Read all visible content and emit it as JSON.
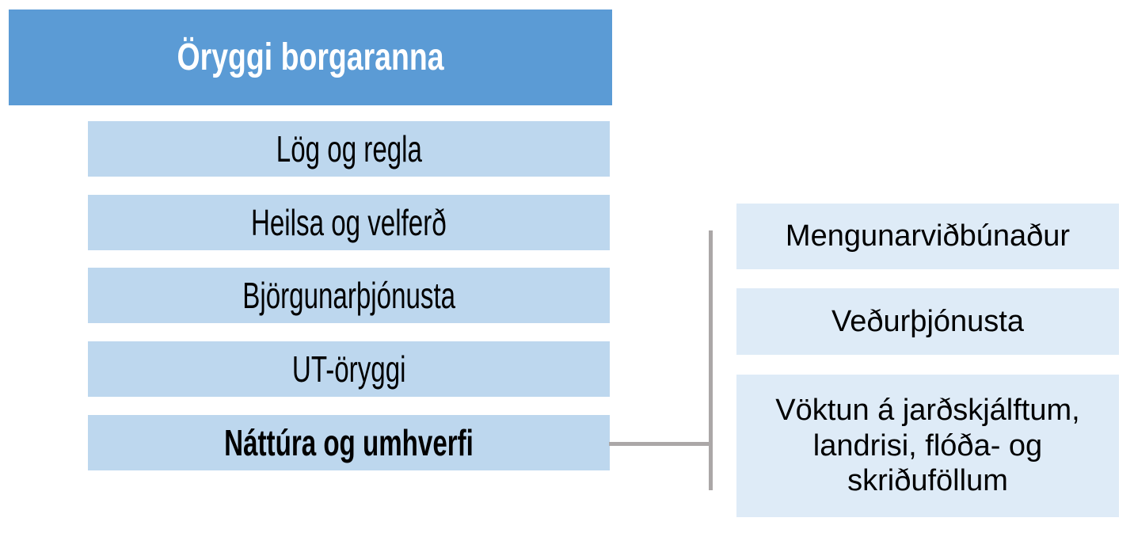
{
  "diagram": {
    "root": {
      "label": "Öryggi borgaranna"
    },
    "left_items": [
      {
        "label": "Lög og regla",
        "bold": false
      },
      {
        "label": "Heilsa og velferð",
        "bold": false
      },
      {
        "label": "Björgunarþjónusta",
        "bold": false
      },
      {
        "label": "UT-öryggi",
        "bold": false
      },
      {
        "label": "Náttúra og umhverfi",
        "bold": true
      }
    ],
    "right_items": [
      {
        "label": "Mengunarviðbúnaður"
      },
      {
        "label": "Veðurþjónusta"
      },
      {
        "label": "Vöktun á jarðskjálftum, landrisi, flóða- og skriðuföllum"
      }
    ],
    "colors": {
      "root_fill": "#5B9BD5",
      "root_text": "#FFFFFF",
      "left_fill": "#BDD7EE",
      "right_fill": "#DEEBF7",
      "connector": "#ABA7A7",
      "item_text": "#000000"
    }
  }
}
